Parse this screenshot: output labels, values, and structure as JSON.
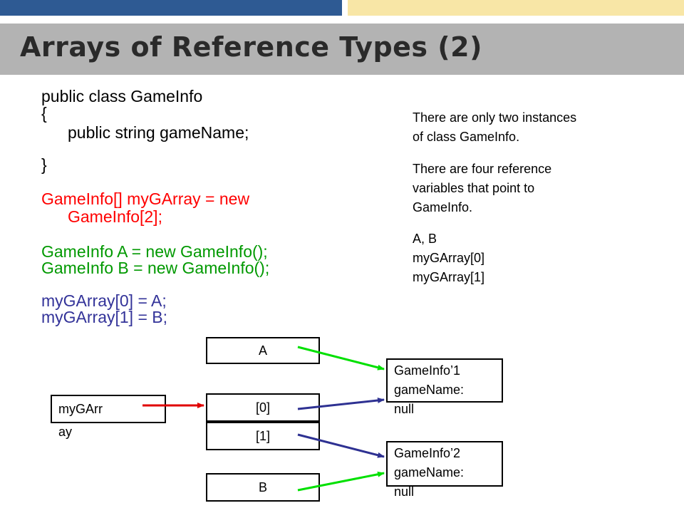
{
  "title": "Arrays of Reference Types (2)",
  "code": {
    "l1": "public class GameInfo",
    "l2": "{",
    "l3": "public string gameName;",
    "l4": "}",
    "l5": "GameInfo[] myGArray = new",
    "l6": "GameInfo[2];",
    "l7": "GameInfo A = new GameInfo();",
    "l8": "GameInfo B = new GameInfo();",
    "l9": "myGArray[0] = A;",
    "l10": "myGArray[1] = B;"
  },
  "notes": {
    "p1": "There are only two instances\nof class GameInfo.",
    "p2": "There are four reference\nvariables that point to\nGameInfo.",
    "p3": "A, B\nmyGArray[0]\nmyGArray[1]"
  },
  "diagram": {
    "box_a": "A",
    "box_0": "[0]",
    "box_1": "[1]",
    "box_b": "B",
    "array_label_1": "myGArr",
    "array_label_2": "ay",
    "obj1": "GameInfo’1\ngameName:\nnull",
    "obj2": "GameInfo’2\ngameName:\nnull"
  },
  "colors": {
    "header_blue": "#2e5a93",
    "header_yellow": "#f8e6a6",
    "title_band": "#b3b3b3",
    "code_red": "#ff0000",
    "code_green": "#009900",
    "code_blue": "#333399",
    "arrow_green": "#00e000",
    "arrow_red": "#e00000",
    "arrow_navy": "#2e3192"
  }
}
